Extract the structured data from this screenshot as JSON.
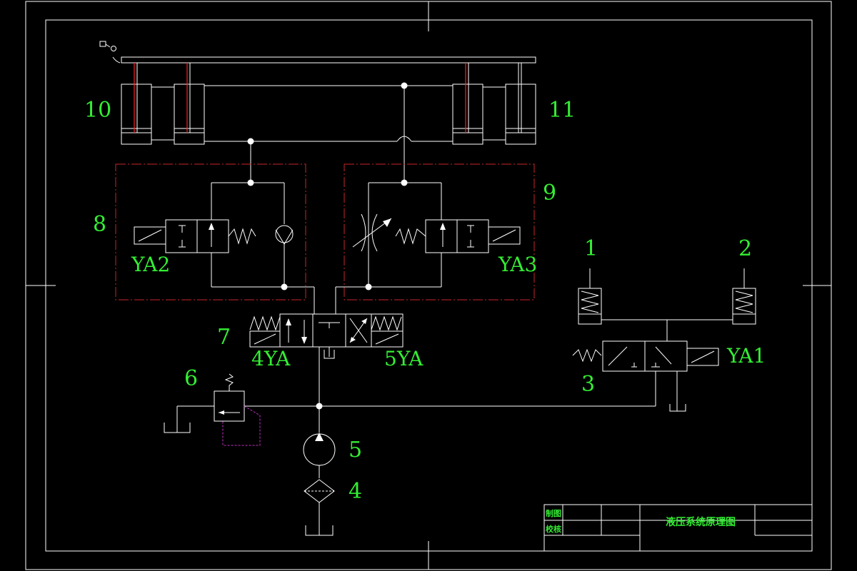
{
  "drawing": {
    "labels": {
      "c1": "1",
      "c2": "2",
      "c3": "3",
      "c4": "4",
      "c5": "5",
      "c6": "6",
      "c7": "7",
      "c8": "8",
      "c9": "9",
      "c10": "10",
      "c11": "11",
      "ya1": "YA1",
      "ya2": "YA2",
      "ya3": "YA3",
      "ya4": "4YA",
      "ya5": "5YA"
    },
    "title_block": {
      "drawn": "制图",
      "checked": "校核",
      "title": "液压系统原理图"
    }
  }
}
